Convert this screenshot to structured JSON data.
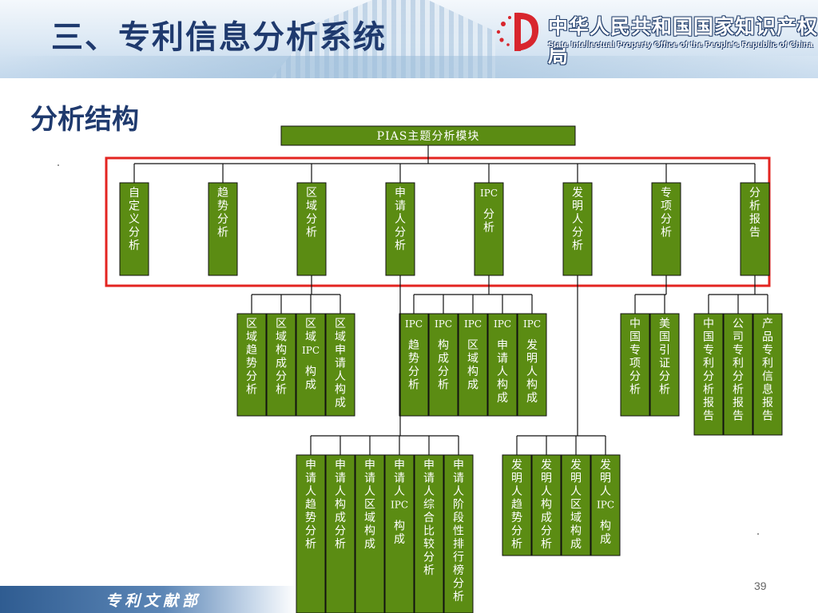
{
  "header": {
    "title": "三、专利信息分析系统",
    "org_cn": "中华人民共和国国家知识产权局",
    "org_en": "State Intellectual Property Office of the People's Republic of China"
  },
  "section_title": "分析结构",
  "colors": {
    "box_fill": "#5b8c13",
    "box_border": "#111111",
    "box_text": "#ffffff",
    "connector": "#111111",
    "highlight": "#e32420",
    "title_blue": "#1f3a6e"
  },
  "diagram": {
    "root": "PIAS主题分析模块",
    "modules": [
      {
        "id": "custom",
        "label": "自定义分析"
      },
      {
        "id": "trend",
        "label": "趋势分析"
      },
      {
        "id": "region",
        "label": "区域分析"
      },
      {
        "id": "applicant",
        "label": "申请人分析"
      },
      {
        "id": "ipc",
        "label": "IPC分析"
      },
      {
        "id": "inventor",
        "label": "发明人分析"
      },
      {
        "id": "special",
        "label": "专项分析"
      },
      {
        "id": "report",
        "label": "分析报告"
      }
    ],
    "groups": [
      {
        "parent": "region",
        "children": [
          "区域趋势分析",
          "区域构成分析",
          "区域IPC构成",
          "区域申请人构成"
        ]
      },
      {
        "parent": "ipc",
        "children": [
          "IPC趋势分析",
          "IPC构成分析",
          "IPC区域构成",
          "IPC申请人构成",
          "IPC发明人构成"
        ]
      },
      {
        "parent": "special",
        "children": [
          "中国专项分析",
          "美国引证分析"
        ]
      },
      {
        "parent": "report",
        "children": [
          "中国专利分析报告",
          "公司专利分析报告",
          "产品专利信息报告"
        ]
      },
      {
        "parent": "applicant",
        "children": [
          "申请人趋势分析",
          "申请人构成分析",
          "申请人区域构成",
          "申请人IPC构成",
          "申请人综合比较分析",
          "申请人阶段性排行榜分析"
        ]
      },
      {
        "parent": "inventor",
        "children": [
          "发明人趋势分析",
          "发明人构成分析",
          "发明人区域构成",
          "发明人IPC构成"
        ]
      }
    ]
  },
  "footer": {
    "text": "专利文献部",
    "page_number": "39"
  }
}
